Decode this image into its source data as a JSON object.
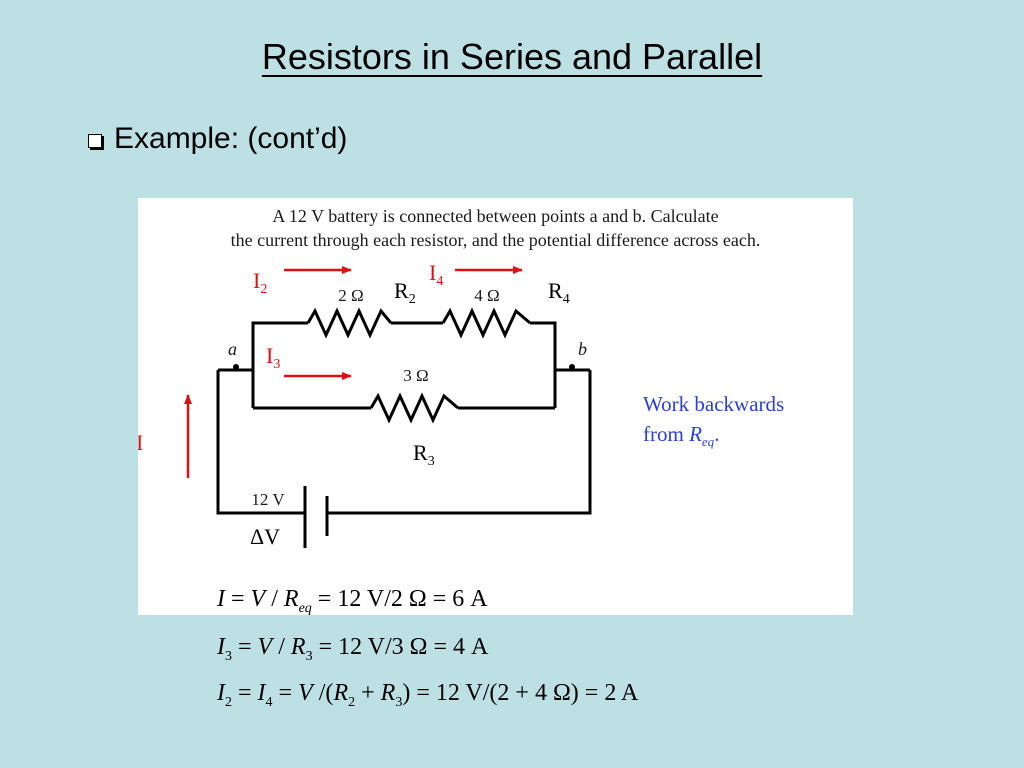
{
  "title": "Resistors in Series and Parallel",
  "bullet": "Example: (cont’d)",
  "problem": {
    "line1": "A 12 V battery is connected between points a and b.  Calculate",
    "line2": "the current through each resistor, and the potential difference across each."
  },
  "circuit": {
    "point_a": "a",
    "point_b": "b",
    "r2_value": "2 Ω",
    "r4_value": "4 Ω",
    "r3_value": "3 Ω",
    "battery_value": "12 V",
    "label_I": "I",
    "label_I2": "I",
    "label_I2_sub": "2",
    "label_I3": "I",
    "label_I3_sub": "3",
    "label_I4": "I",
    "label_I4_sub": "4",
    "label_R2": "R",
    "label_R2_sub": "2",
    "label_R3": "R",
    "label_R3_sub": "3",
    "label_R4": "R",
    "label_R4_sub": "4",
    "label_dV": "ΔV",
    "note_line1": "Work backwards",
    "note_line2_prefix": "from ",
    "note_R": "R",
    "note_sub": "eq",
    "note_end": "."
  },
  "colors": {
    "background": "#bce0e4",
    "current_arrow": "#e01010",
    "note_text": "#2a3fd8"
  },
  "equations": {
    "eq1": {
      "I": "I",
      "eqa": " = ",
      "V": "V",
      "sl": " / ",
      "R": "R",
      "R_sub": "eq",
      "rest": " = 12 V/2 Ω = 6 A"
    },
    "eq2": {
      "I": "I",
      "I_sub": "3",
      "eqa": " = ",
      "V": "V",
      "sl": " / ",
      "R": "R",
      "R_sub": "3",
      "rest": " = 12 V/3 Ω = 4 A"
    },
    "eq3": {
      "I2": "I",
      "I2_sub": "2",
      "eqa": " = ",
      "I4": "I",
      "I4_sub": "4",
      "eqb": " = ",
      "V": "V",
      "mid": " /(",
      "R2": "R",
      "R2_sub": "2",
      "plus": " + ",
      "R3": "R",
      "R3_sub": "3",
      "rest": ") = 12 V/(2 + 4 Ω) = 2 A"
    }
  }
}
